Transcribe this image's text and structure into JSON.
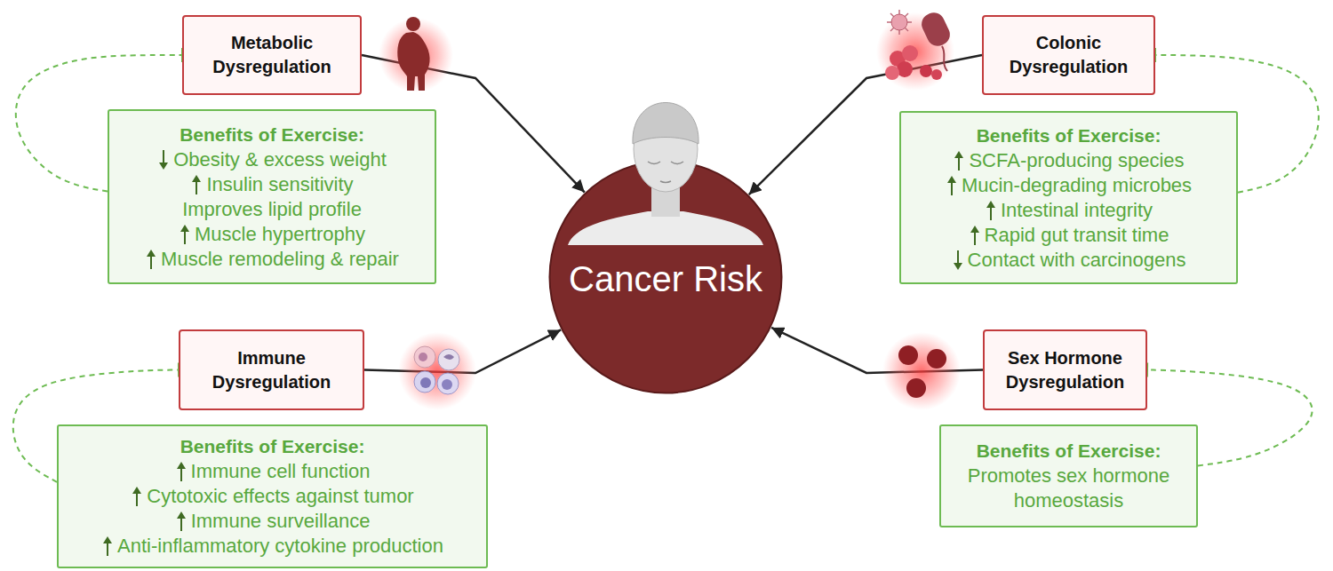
{
  "diagram": {
    "nodes": [
      {
        "text": [
          "Metabolic Dysregulation"
        ]
      },
      {
        "text": [
          "Benefits of Exercise:",
          "Obesity & excess weight",
          "Insulin sensitivity",
          "Improves lipid profile",
          "Muscle hypertrophy",
          "Muscle remodeling & repair"
        ]
      },
      {
        "text": [
          "Colonic Dysregulation"
        ]
      },
      {
        "text": [
          "Benefits of Exercise:",
          "SCFA-producing species",
          "Mucin-degrading microbes",
          "Intestinal integrity",
          "Rapid gut transit time",
          "Contact with carcinogens"
        ]
      },
      {
        "text": [
          "Cancer Risk"
        ]
      },
      {
        "text": [
          "Immune Dysregulation"
        ]
      },
      {
        "text": [
          "Benefits of Exercise:",
          "Immune cell function",
          "Cytotoxic effects against tumor",
          "Immune surveillance",
          "Anti-inflammatory cytokine production"
        ]
      },
      {
        "text": [
          "Sex Hormone Dysregulation"
        ]
      },
      {
        "text": [
          "Benefits of Exercise:",
          "Promotes sex hormone homeostasis"
        ]
      }
    ],
    "edges": [
      {
        "from": 0,
        "to": 4,
        "arrow": "to"
      },
      {
        "from": 2,
        "to": 4,
        "arrow": "to"
      },
      {
        "from": 5,
        "to": 4,
        "arrow": "to"
      },
      {
        "from": 7,
        "to": 4,
        "arrow": "to"
      },
      {
        "from": 1,
        "to": 0,
        "arrow": "to"
      },
      {
        "from": 3,
        "to": 2,
        "arrow": "to"
      },
      {
        "from": 6,
        "to": 5,
        "arrow": "to"
      },
      {
        "from": 8,
        "to": 7,
        "arrow": "to"
      }
    ]
  }
}
